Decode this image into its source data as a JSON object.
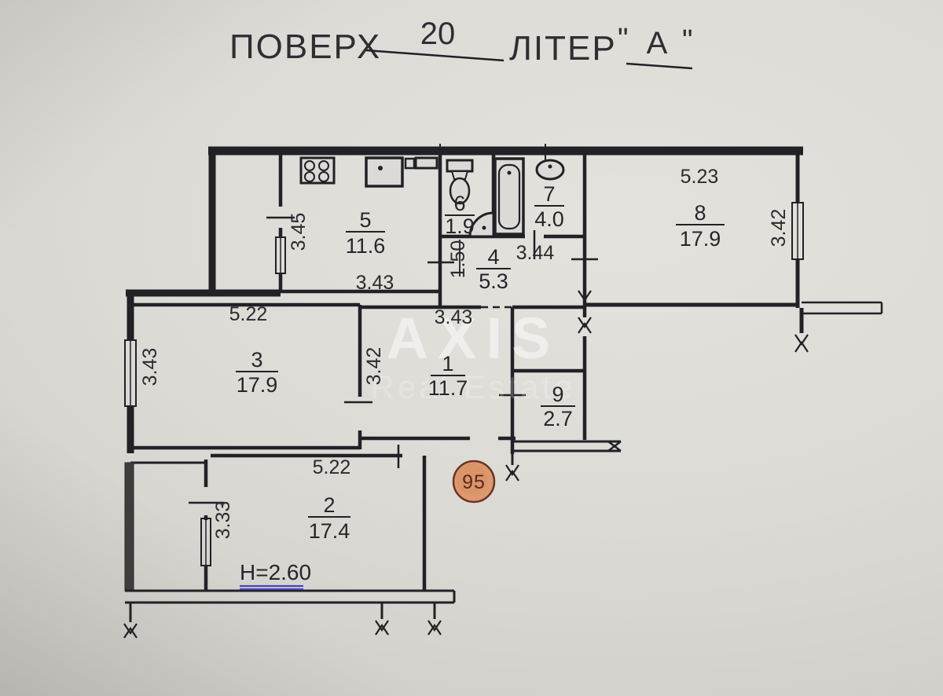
{
  "title": {
    "floor_label": "ПОВЕРХ",
    "floor_value": "20",
    "letter_label": "ЛІТЕР",
    "quote_open": "\"",
    "letter_value": "А",
    "quote_close": "\""
  },
  "rooms": [
    {
      "number": "5",
      "area": "11.6"
    },
    {
      "number": "6",
      "area": "1.9"
    },
    {
      "number": "7",
      "area": "4.0"
    },
    {
      "number": "8",
      "area": "17.9"
    },
    {
      "number": "4",
      "area": "5.3"
    },
    {
      "number": "3",
      "area": "17.9"
    },
    {
      "number": "1",
      "area": "11.7"
    },
    {
      "number": "9",
      "area": "2.7"
    },
    {
      "number": "2",
      "area": "17.4"
    }
  ],
  "dimensions": {
    "room5_left": "3.45",
    "room5_bottom": "3.43",
    "room6_height": "1.50",
    "room4_top": "3.44",
    "room8_top": "5.23",
    "room8_right": "3.42",
    "room3_top": "5.22",
    "room3_left": "3.43",
    "room1_top": "3.43",
    "room1_left": "3.42",
    "room2_top": "5.22",
    "room2_left": "3.33"
  },
  "ceiling_height": "H=2.60",
  "stamp": {
    "number": "95"
  },
  "watermark": {
    "line1": "AXIS",
    "line2": "Real Estate"
  },
  "colors": {
    "paper": "#d9d7d2",
    "ink": "#212126",
    "height_underline": "#4646b4",
    "stamp_fill": "#dc9366",
    "stamp_border": "#6b3424"
  }
}
